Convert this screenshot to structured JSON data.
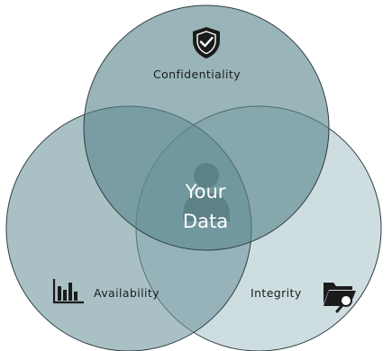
{
  "diagram": {
    "center": {
      "line1": "Your",
      "line2": "Data"
    },
    "sets": [
      {
        "label": "Confidentiality",
        "icon": "shield-check-icon",
        "color": "#6e969c"
      },
      {
        "label": "Availability",
        "icon": "bar-chart-icon",
        "color": "#9fbfc3"
      },
      {
        "label": "Integrity",
        "icon": "folder-search-icon",
        "color": "#c9dce0"
      }
    ],
    "center_icon": "person-icon"
  }
}
